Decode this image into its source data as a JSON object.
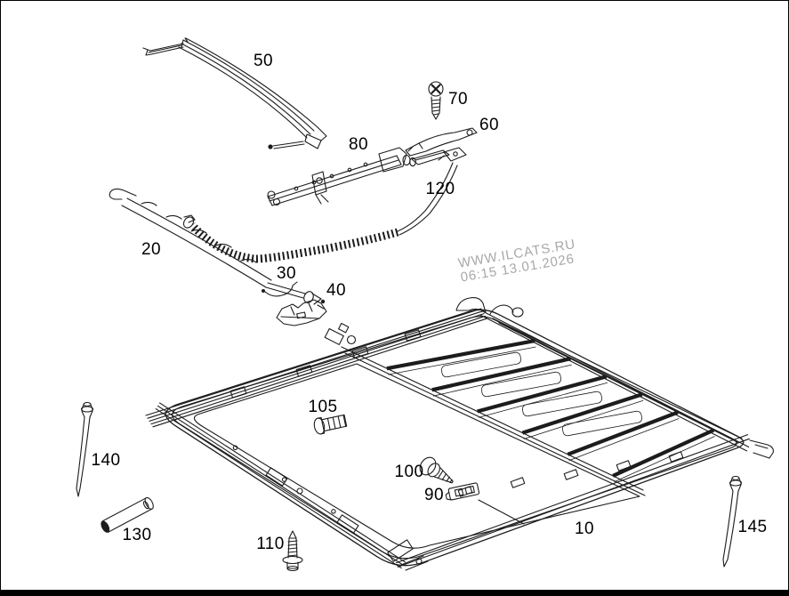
{
  "page": {
    "background": "#ffffff",
    "border_color": "#000000",
    "line_color": "#1c1c1c"
  },
  "watermark": {
    "line1": "WWW.ILCATS.RU",
    "line2": "06:15 13.01.2026",
    "color": "#a8a8a8"
  },
  "part_labels": {
    "p10": "10",
    "p20": "20",
    "p30": "30",
    "p40": "40",
    "p50": "50",
    "p60": "60",
    "p70": "70",
    "p80": "80",
    "p90": "90",
    "p100": "100",
    "p105": "105",
    "p110": "110",
    "p120": "120",
    "p130": "130",
    "p140": "140",
    "p145": "145"
  }
}
